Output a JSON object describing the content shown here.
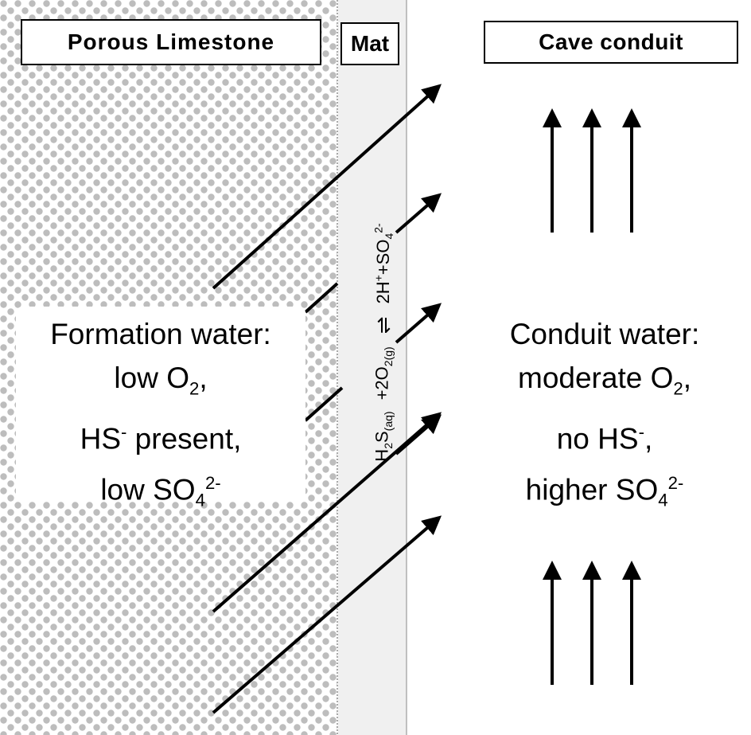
{
  "headers": {
    "limestone": "Porous Limestone",
    "mat": "Mat",
    "conduit": "Cave conduit"
  },
  "formation_water": {
    "line1": "Formation water:",
    "line2_a": "low O",
    "line2_sub": "2",
    "line2_b": ",",
    "line3_a": "HS",
    "line3_sup": "-",
    "line3_b": " present,",
    "line4_a": "low SO",
    "line4_sub": "4",
    "line4_sup": "2-"
  },
  "conduit_water": {
    "line1": "Conduit water:",
    "line2_a": "moderate O",
    "line2_sub": "2",
    "line2_b": ",",
    "line3_a": "no HS",
    "line3_sup": "-",
    "line3_b": ",",
    "line4_a": "higher SO",
    "line4_sub": "4",
    "line4_sup": "2-"
  },
  "reaction": {
    "h2s": "H",
    "h2s_sub2": "2",
    "h2s_s": "S",
    "h2s_sub_aq": "(aq)",
    "plus_o2": "+2O",
    "o2_sub": "2(g)",
    "equilibrium": "⇌",
    "products_a": "2H",
    "products_sup": "+",
    "products_b": "+SO",
    "so4_sub": "4",
    "so4_sup": "2-"
  },
  "colors": {
    "background": "#ffffff",
    "limestone_pattern": "#bdbdbd",
    "mat_fill": "#f0f0f0",
    "ink": "#000000"
  },
  "icons": {
    "flow_arrow": "arrow-icon"
  }
}
